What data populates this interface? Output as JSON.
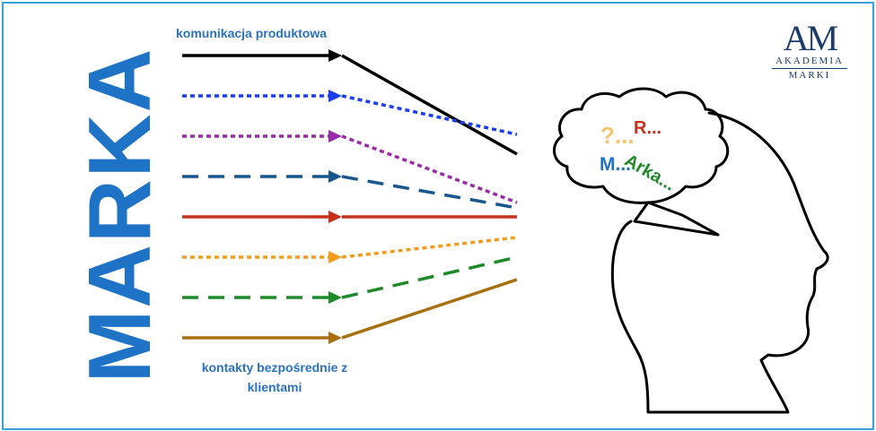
{
  "brand_word": "MARKA",
  "label_top": "komunikacja produktowa",
  "label_bottom": "kontakty bezpośrednie z klientami",
  "logo": {
    "monogram": "AM",
    "line1": "AKADEMIA",
    "line2": "MARKI",
    "color": "#1b3c6a"
  },
  "brain_words": [
    {
      "text": "?...",
      "color": "#f5c56a"
    },
    {
      "text": "R...",
      "color": "#c6311c"
    },
    {
      "text": "Arka...",
      "color": "#1e8a2a"
    },
    {
      "text": "M...",
      "color": "#1f73c6"
    }
  ],
  "channels": [
    {
      "color": "#000000",
      "style": "solid"
    },
    {
      "color": "#1a3ef0",
      "style": "dotted"
    },
    {
      "color": "#9a2aa8",
      "style": "dotted"
    },
    {
      "color": "#17578e",
      "style": "dashed"
    },
    {
      "color": "#c6311c",
      "style": "solid"
    },
    {
      "color": "#f59c1c",
      "style": "dotted"
    },
    {
      "color": "#1e8a2a",
      "style": "dashed"
    },
    {
      "color": "#a87010",
      "style": "solid"
    }
  ],
  "accent_color": "#1f73c6",
  "frame_color": "#3aa0dc"
}
